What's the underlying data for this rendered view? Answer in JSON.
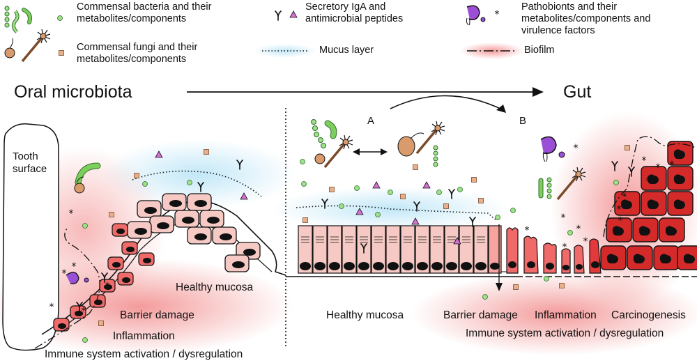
{
  "legend": {
    "bacteria": "Commensal bacteria and their metabolites/components",
    "fungi": "Commensal fungi and their metabolites/components",
    "iga": "Secretory IgA and antimicrobial peptides",
    "mucus": "Mucus layer",
    "pathobionts": "Pathobionts and their metabolites/components and virulence factors",
    "biofilm": "Biofilm"
  },
  "headings": {
    "oral": "Oral microbiota",
    "gut": "Gut",
    "panel_a": "A",
    "panel_b": "B"
  },
  "oral_labels": {
    "tooth": "Tooth surface",
    "healthy": "Healthy mucosa",
    "barrier": "Barrier damage",
    "inflammation": "Inflammation",
    "immune": "Immune system activation / dysregulation"
  },
  "gut_labels": {
    "healthy": "Healthy mucosa",
    "barrier": "Barrier damage",
    "inflammation": "Inflammation",
    "carcinogenesis": "Carcinogenesis",
    "immune": "Immune system activation / dysregulation"
  },
  "colors": {
    "bacteria_green": "#7ccf5c",
    "fungi_tan": "#d99a6c",
    "peptide_pink": "#d86fd8",
    "pathobiont_purple": "#9a4fd6",
    "mucus_blue": "#bfe6f7",
    "inflammation_red": "#f07a7a",
    "cell_pink": "#f6c9c4",
    "cell_red": "#e23a3a",
    "tumor_red": "#d42a2a"
  },
  "icons": [
    "bacteria-icon",
    "fungi-icon",
    "antibody-icon",
    "peptide-triangle-icon",
    "pathobiont-icon",
    "asterisk-icon",
    "mucus-line-icon",
    "biofilm-line-icon",
    "tooth-icon",
    "epithelial-cell-icon",
    "tumor-cell-icon",
    "arrow-icon"
  ]
}
